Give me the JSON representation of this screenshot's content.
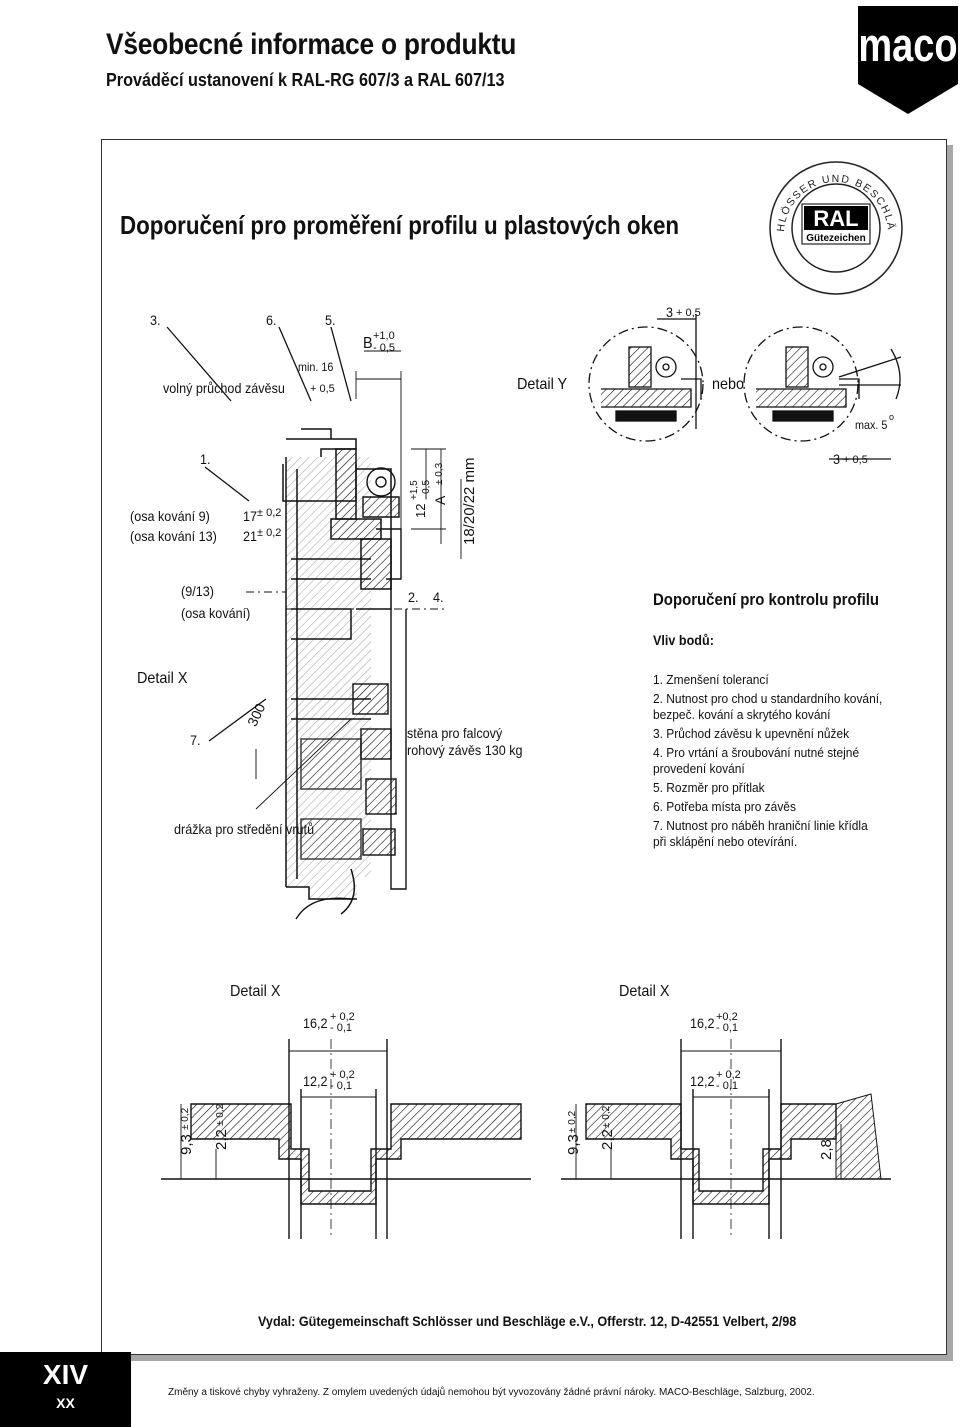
{
  "header": {
    "title": "Všeobecné informace o produktu",
    "subtitle": "Prováděcí ustanovení k RAL-RG 607/3 a RAL 607/13",
    "logo_text": "maco"
  },
  "seal": {
    "ring_text": "SCHLÖSSER UND BESCHLÄGE",
    "mark": "RAL",
    "caption": "Gütezeichen"
  },
  "content": {
    "title": "Doporučení pro proměření profilu u plastových oken"
  },
  "drawing_labels": {
    "n3": "3.",
    "n6": "6.",
    "n5": "5.",
    "n1": "1.",
    "n2": "2.",
    "n4": "4.",
    "n7": "7.",
    "b_dim": "B",
    "b_tol_plus": "+1,0",
    "b_tol_minus": "- 0,5",
    "min16": "min. 16",
    "volny": "volný průchod závěsu",
    "tol_05": "+ 0,5",
    "detail_y": "Detail Y",
    "nebo": "nebo",
    "max5": "max. 5",
    "deg": "o",
    "three_a": "3",
    "three_a_tol": "+ 0,5",
    "three_b": "3",
    "three_b_tol": "+ 0,5",
    "osa9": "(osa kování 9)",
    "osa13": "(osa kování 13)",
    "d17": "17",
    "d17_tol": "± 0,2",
    "d21": "21",
    "d21_tol": "± 0,2",
    "d12": "12",
    "d12_tol_plus": "+1,5",
    "d12_tol_minus": "- 0,5",
    "dA": "A",
    "dA_tol": "± 0,3",
    "d18": "18/20/22 mm",
    "osa_913": "(9/13)",
    "osa_kovani": "(osa kování)",
    "detail_x_top": "Detail X",
    "d300": "300",
    "drazka": "drážka pro středění vrutů",
    "stena": "stěna pro falcový",
    "stena2": "rohový závěs 130 kg"
  },
  "profile_check": {
    "heading": "Doporučení pro kontrolu profilu",
    "subheading": "Vliv bodů:",
    "notes": [
      "1. Zmenšení tolerancí",
      "2. Nutnost pro chod u standardního kování, bezpeč. kování a skrytého kování",
      "3. Průchod závěsu k upevnění nůžek",
      "4. Pro vrtání a šroubování nutné stejné provedení kování",
      "5. Rozměr pro přítlak",
      "6. Potřeba místa pro závěs",
      "7. Nutnost pro náběh hraniční linie křídla při sklápění nebo otevírání."
    ]
  },
  "detail_left": {
    "title": "Detail X",
    "w1": "16,2",
    "w1_plus": "+ 0,2",
    "w1_minus": "- 0,1",
    "w2": "12,2",
    "w2_plus": "+ 0,2",
    "w2_minus": "- 0,1",
    "h1": "9,3",
    "h1_tol": "± 0,2",
    "h2": "2,2",
    "h2_tol": "± 0,2"
  },
  "detail_right": {
    "title": "Detail X",
    "w1": "16,2",
    "w1_plus": "+0,2",
    "w1_minus": "- 0,1",
    "w2": "12,2",
    "w2_plus": "+ 0,2",
    "w2_minus": "- 0,1",
    "h1": "9,3",
    "h1_tol": "± 0,2",
    "h2": "2,2",
    "h2_tol": "± 0,2",
    "h3": "2,8"
  },
  "publisher": "Vydal: Gütegemeinschaft Schlösser und Beschläge e.V., Offerstr. 12, D-42551 Velbert, 2/98",
  "badge": {
    "section": "XIV",
    "page": "XX"
  },
  "footer": "Změny a tiskové chyby vyhraženy. Z omylem uvedených údajů nemohou být vyvozovány žádné právní nároky. MACO-Beschläge, Salzburg, 2002."
}
